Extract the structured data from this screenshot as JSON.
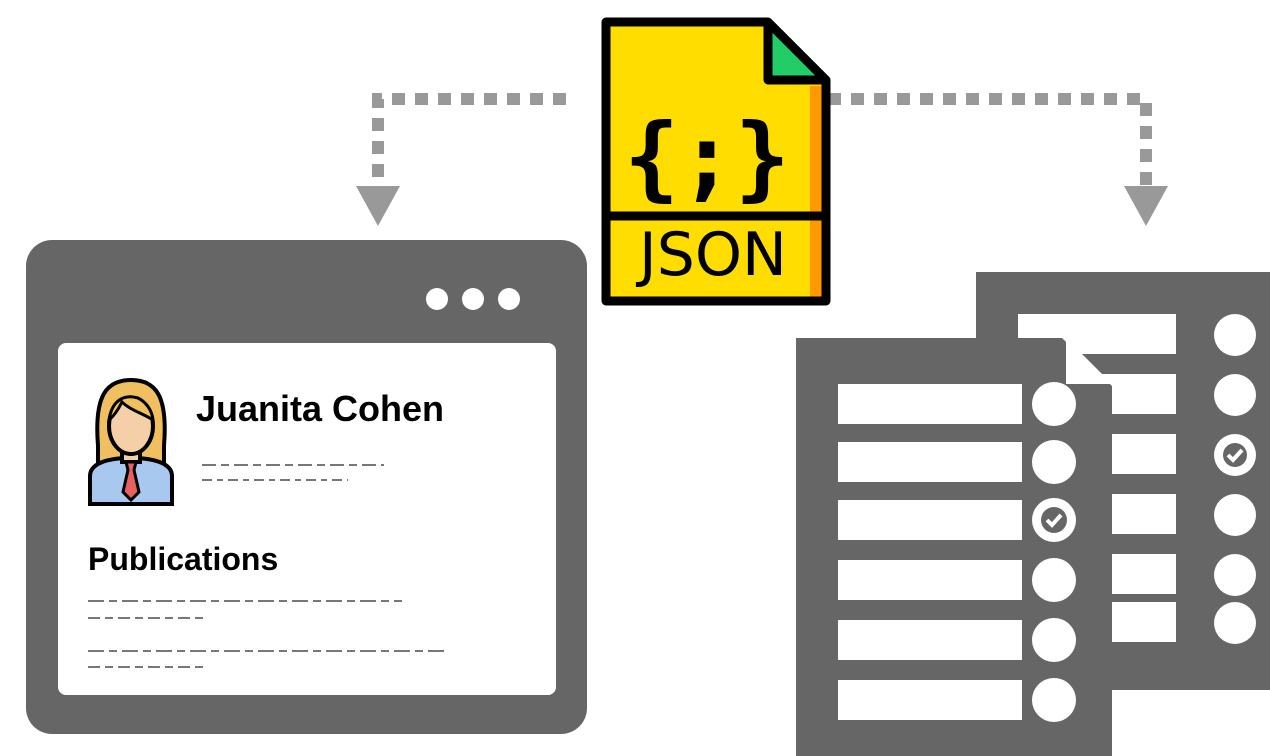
{
  "json_file": {
    "label": "JSON",
    "icon": "json-file-icon"
  },
  "profile_page": {
    "window_icon": "browser-window-icon",
    "person_name": "Juanita Cohen",
    "section_title": "Publications",
    "avatar_icon": "person-avatar-icon"
  },
  "forms": {
    "icon": "checklist-form-icon",
    "front_checked_row": 3,
    "back_checked_row": 3
  },
  "colors": {
    "gray": "#666666",
    "arrow_gray": "#999999",
    "json_yellow": "#ffdd00",
    "json_green": "#22cc66",
    "json_orange": "#ff9900"
  }
}
